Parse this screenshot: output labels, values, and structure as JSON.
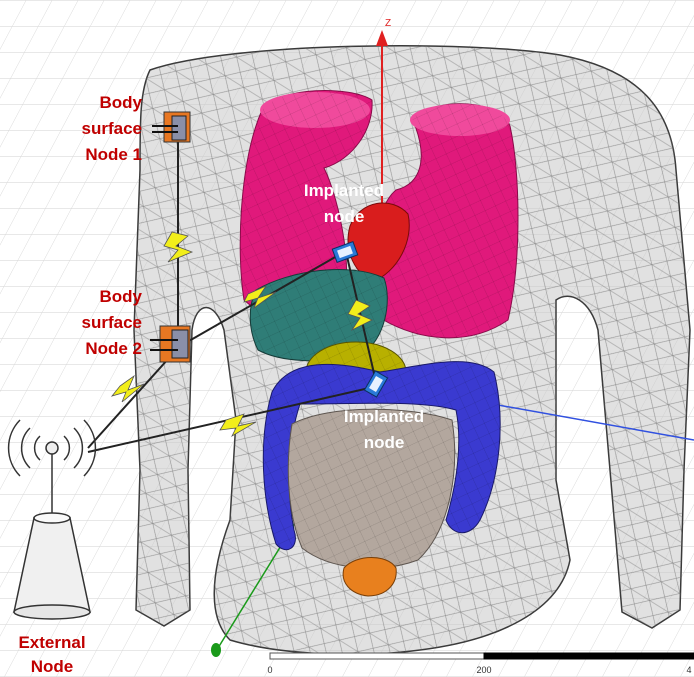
{
  "labels": {
    "body_surface_node_1": [
      "Body",
      "surface",
      "Node 1"
    ],
    "body_surface_node_2": [
      "Body",
      "surface",
      "Node 2"
    ],
    "implanted_node_upper": [
      "Implanted",
      "node"
    ],
    "implanted_node_lower": [
      "Implanted",
      "node"
    ],
    "external_node": [
      "External",
      "Node"
    ]
  },
  "axis": {
    "z_label": "Z"
  },
  "scale_bar": {
    "ticks": [
      "0",
      "200",
      "4"
    ]
  },
  "colors": {
    "label_red": "#c00000",
    "label_white": "#ffffff",
    "lungs": "#e0197b",
    "heart": "#d91d1d",
    "liver": "#2f7d77",
    "stomach": "#b8b000",
    "intestine_large": "#3a3ad0",
    "intestine_small": "#b3a79e",
    "bladder": "#e8801e",
    "sensor_orange": "#e87722",
    "link_yellow": "#f2ee1a",
    "axis_red": "#e02020",
    "axis_blue": "#3050e0",
    "axis_green": "#1a9a1a",
    "body_outline": "#444444"
  }
}
